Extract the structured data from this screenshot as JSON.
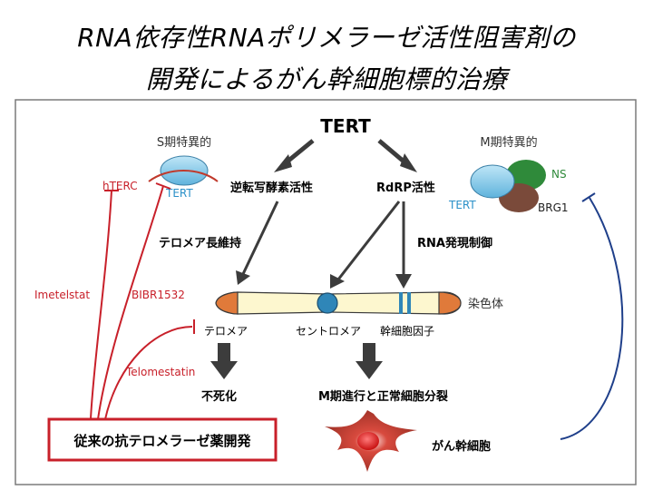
{
  "title": {
    "line1": "RNA依存性RNAポリメラーゼ活性阻害剤の",
    "line2": "開発によるがん幹細胞標的治療"
  },
  "diagram": {
    "tert_top": "TERT",
    "s_phase": "S期特異的",
    "m_phase": "M期特異的",
    "hterc": "hTERC",
    "tert_s": "TERT",
    "ns": "NS",
    "tert_m": "TERT",
    "brg1": "BRG1",
    "rt_activity": "逆転写酵素活性",
    "rdrp_activity": "RdRP活性",
    "telomere_maint": "テロメア長維持",
    "rna_control": "RNA発現制御",
    "imetelstat": "Imetelstat",
    "bibr": "BIBR1532",
    "telomestatin": "Telomestatin",
    "chromosome": "染色体",
    "telomere": "テロメア",
    "centromere": "セントロメア",
    "stem_factor": "幹細胞因子",
    "immortal": "不死化",
    "m_progress": "M期進行と正常細胞分裂",
    "conventional": "従来の抗テロメラーゼ薬開発",
    "cancer_stem": "がん幹細胞"
  },
  "colors": {
    "inhibitor_red": "#c8202a",
    "m_blue": "#1f3f8a",
    "telomere_orange": "#e07a3a",
    "centromere_blue": "#2f86b8",
    "chromosome_fill": "#fdf7cf",
    "arrow_gray": "#3c3c3c"
  }
}
